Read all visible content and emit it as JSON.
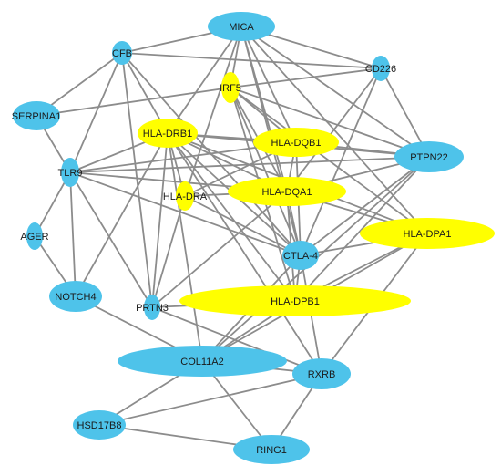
{
  "colors": {
    "background": "#ffffff",
    "edge": "#8c8c8c",
    "node_blue": "#4ec3ea",
    "node_yellow": "#ffff00",
    "label": "#1a1a1a"
  },
  "nodes": [
    {
      "id": "MICA",
      "label": "MICA",
      "color": "blue"
    },
    {
      "id": "CFB",
      "label": "CFB",
      "color": "blue"
    },
    {
      "id": "CD226",
      "label": "CD226",
      "color": "blue"
    },
    {
      "id": "SERPINA1",
      "label": "SERPINA1",
      "color": "blue"
    },
    {
      "id": "IRF5",
      "label": "IRF5",
      "color": "yellow"
    },
    {
      "id": "HLA-DRB1",
      "label": "HLA-DRB1",
      "color": "yellow"
    },
    {
      "id": "HLA-DQB1",
      "label": "HLA-DQB1",
      "color": "yellow"
    },
    {
      "id": "PTPN22",
      "label": "PTPN22",
      "color": "blue"
    },
    {
      "id": "TLR9",
      "label": "TLR9",
      "color": "blue"
    },
    {
      "id": "HLA-DRA",
      "label": "HLA-DRA",
      "color": "yellow"
    },
    {
      "id": "HLA-DQA1",
      "label": "HLA-DQA1",
      "color": "yellow"
    },
    {
      "id": "AGER",
      "label": "AGER",
      "color": "blue"
    },
    {
      "id": "HLA-DPA1",
      "label": "HLA-DPA1",
      "color": "yellow"
    },
    {
      "id": "CTLA-4",
      "label": "CTLA-4",
      "color": "blue"
    },
    {
      "id": "NOTCH4",
      "label": "NOTCH4",
      "color": "blue"
    },
    {
      "id": "PRTN3",
      "label": "PRTN3",
      "color": "blue"
    },
    {
      "id": "HLA-DPB1",
      "label": "HLA-DPB1",
      "color": "yellow"
    },
    {
      "id": "COL11A2",
      "label": "COL11A2",
      "color": "blue"
    },
    {
      "id": "RXRB",
      "label": "RXRB",
      "color": "blue"
    },
    {
      "id": "HSD17B8",
      "label": "HSD17B8",
      "color": "blue"
    },
    {
      "id": "RING1",
      "label": "RING1",
      "color": "blue"
    }
  ],
  "edges": [
    [
      "MICA",
      "CFB"
    ],
    [
      "MICA",
      "CD226"
    ],
    [
      "MICA",
      "PTPN22"
    ],
    [
      "MICA",
      "HLA-DRB1"
    ],
    [
      "MICA",
      "HLA-DQB1"
    ],
    [
      "MICA",
      "HLA-DQA1"
    ],
    [
      "MICA",
      "CTLA-4"
    ],
    [
      "MICA",
      "HLA-DPA1"
    ],
    [
      "MICA",
      "HLA-DRA"
    ],
    [
      "MICA",
      "IRF5"
    ],
    [
      "CFB",
      "SERPINA1"
    ],
    [
      "CFB",
      "TLR9"
    ],
    [
      "CFB",
      "HLA-DRB1"
    ],
    [
      "CFB",
      "CTLA-4"
    ],
    [
      "CFB",
      "CD226"
    ],
    [
      "CFB",
      "PRTN3"
    ],
    [
      "SERPINA1",
      "IRF5"
    ],
    [
      "SERPINA1",
      "TLR9"
    ],
    [
      "CD226",
      "PTPN22"
    ],
    [
      "CD226",
      "IRF5"
    ],
    [
      "CD226",
      "HLA-DQA1"
    ],
    [
      "CD226",
      "CTLA-4"
    ],
    [
      "IRF5",
      "HLA-DQB1"
    ],
    [
      "IRF5",
      "HLA-DQA1"
    ],
    [
      "IRF5",
      "CTLA-4"
    ],
    [
      "IRF5",
      "PTPN22"
    ],
    [
      "IRF5",
      "HLA-DPB1"
    ],
    [
      "IRF5",
      "HLA-DPA1"
    ],
    [
      "HLA-DRB1",
      "HLA-DQB1"
    ],
    [
      "HLA-DRB1",
      "HLA-DQA1"
    ],
    [
      "HLA-DRB1",
      "HLA-DRA"
    ],
    [
      "HLA-DRB1",
      "CTLA-4"
    ],
    [
      "HLA-DRB1",
      "HLA-DPB1"
    ],
    [
      "HLA-DRB1",
      "PTPN22"
    ],
    [
      "HLA-DRB1",
      "TLR9"
    ],
    [
      "HLA-DRB1",
      "PRTN3"
    ],
    [
      "HLA-DRB1",
      "NOTCH4"
    ],
    [
      "HLA-DRB1",
      "RXRB"
    ],
    [
      "HLA-DRB1",
      "HLA-DPA1"
    ],
    [
      "HLA-DRB1",
      "COL11A2"
    ],
    [
      "HLA-DQB1",
      "HLA-DQA1"
    ],
    [
      "HLA-DQB1",
      "PTPN22"
    ],
    [
      "HLA-DQB1",
      "CTLA-4"
    ],
    [
      "HLA-DQB1",
      "TLR9"
    ],
    [
      "HLA-DQB1",
      "HLA-DRA"
    ],
    [
      "PTPN22",
      "TLR9"
    ],
    [
      "PTPN22",
      "HLA-DQA1"
    ],
    [
      "PTPN22",
      "CTLA-4"
    ],
    [
      "PTPN22",
      "HLA-DPB1"
    ],
    [
      "PTPN22",
      "COL11A2"
    ],
    [
      "TLR9",
      "AGER"
    ],
    [
      "TLR9",
      "NOTCH4"
    ],
    [
      "TLR9",
      "PRTN3"
    ],
    [
      "TLR9",
      "HLA-DQA1"
    ],
    [
      "TLR9",
      "CTLA-4"
    ],
    [
      "HLA-DRA",
      "HLA-DQA1"
    ],
    [
      "HLA-DRA",
      "CTLA-4"
    ],
    [
      "HLA-DRA",
      "PRTN3"
    ],
    [
      "HLA-DQA1",
      "CTLA-4"
    ],
    [
      "HLA-DQA1",
      "HLA-DPB1"
    ],
    [
      "HLA-DQA1",
      "PRTN3"
    ],
    [
      "HLA-DQA1",
      "HLA-DPA1"
    ],
    [
      "AGER",
      "NOTCH4"
    ],
    [
      "HLA-DPA1",
      "CTLA-4"
    ],
    [
      "HLA-DPA1",
      "HLA-DPB1"
    ],
    [
      "HLA-DPA1",
      "COL11A2"
    ],
    [
      "HLA-DPA1",
      "RXRB"
    ],
    [
      "CTLA-4",
      "HLA-DPB1"
    ],
    [
      "CTLA-4",
      "RXRB"
    ],
    [
      "CTLA-4",
      "COL11A2"
    ],
    [
      "NOTCH4",
      "COL11A2"
    ],
    [
      "PRTN3",
      "HLA-DPB1"
    ],
    [
      "PRTN3",
      "RXRB"
    ],
    [
      "HLA-DPB1",
      "COL11A2"
    ],
    [
      "COL11A2",
      "RXRB"
    ],
    [
      "COL11A2",
      "HSD17B8"
    ],
    [
      "COL11A2",
      "RING1"
    ],
    [
      "RXRB",
      "HSD17B8"
    ],
    [
      "RXRB",
      "RING1"
    ],
    [
      "HSD17B8",
      "RING1"
    ]
  ]
}
